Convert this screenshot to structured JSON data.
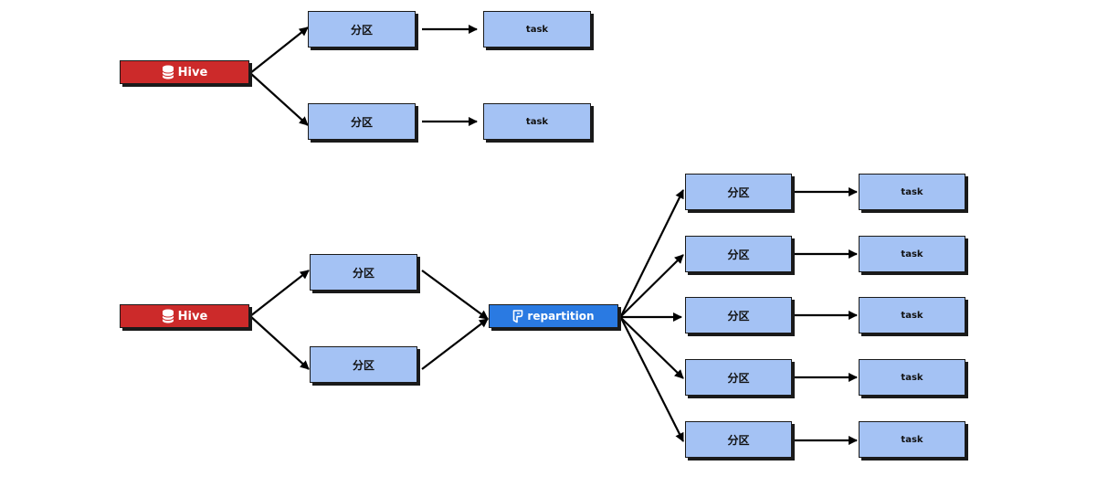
{
  "diagram": {
    "top": {
      "source_label": "Hive",
      "partitions": [
        "分区",
        "分区"
      ],
      "tasks": [
        "task",
        "task"
      ]
    },
    "bottom": {
      "source_label": "Hive",
      "partitions": [
        "分区",
        "分区"
      ],
      "operator_label": "repartition",
      "out_partitions": [
        "分区",
        "分区",
        "分区",
        "分区",
        "分区"
      ],
      "tasks": [
        "task",
        "task",
        "task",
        "task",
        "task"
      ]
    }
  },
  "colors": {
    "partition_fill": "#a4c2f4",
    "hive_fill": "#cc2a2a",
    "repartition_fill": "#2a7ae2",
    "line": "#000000"
  },
  "icons": {
    "hive": "database-icon",
    "repartition": "flink-icon"
  }
}
